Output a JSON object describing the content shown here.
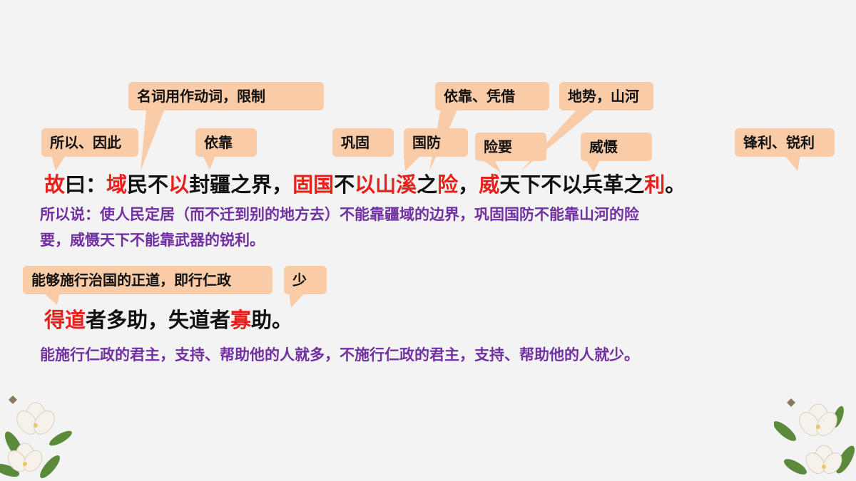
{
  "callouts": {
    "suoyi": "所以、因此",
    "mingci": "名词用作动词，限制",
    "yikao": "依靠",
    "gonggu": "巩固",
    "guofang": "国防",
    "yikao_pingjie": "依靠、凭借",
    "xianyao": "险要",
    "dishi": "地势，山河",
    "weishe": "威慑",
    "fengli": "锋利、锐利",
    "nenggou": "能够施行治国的正道，即行仁政",
    "shao": "少"
  },
  "sentence1": {
    "s1": "故",
    "s2": "曰：",
    "s3": "域",
    "s4": "民不",
    "s5": "以",
    "s6": "封疆之界，",
    "s7": "固国",
    "s8": "不",
    "s9": "以山溪",
    "s10": "之",
    "s11": "险",
    "s12": "，",
    "s13": "威",
    "s14": "天下不以兵革之",
    "s15": "利",
    "s16": "。"
  },
  "translation1": {
    "line1": "所以说：使人民定居（而不迁到别的地方去）不能靠疆域的边界，巩固国防不能靠山河的险",
    "line2": "要，威慑天下不能靠武器的锐利。"
  },
  "sentence2": {
    "s1": "得道",
    "s2": "者多助，失道者",
    "s3": "寡",
    "s4": "助。"
  },
  "translation2": "能施行仁政的君主，支持、帮助他的人就多，不施行仁政的君主，支持、帮助他的人就少。",
  "colors": {
    "callout_bg": "#f9cba6",
    "highlight_red": "#e8201c",
    "translation_purple": "#7030a0"
  }
}
